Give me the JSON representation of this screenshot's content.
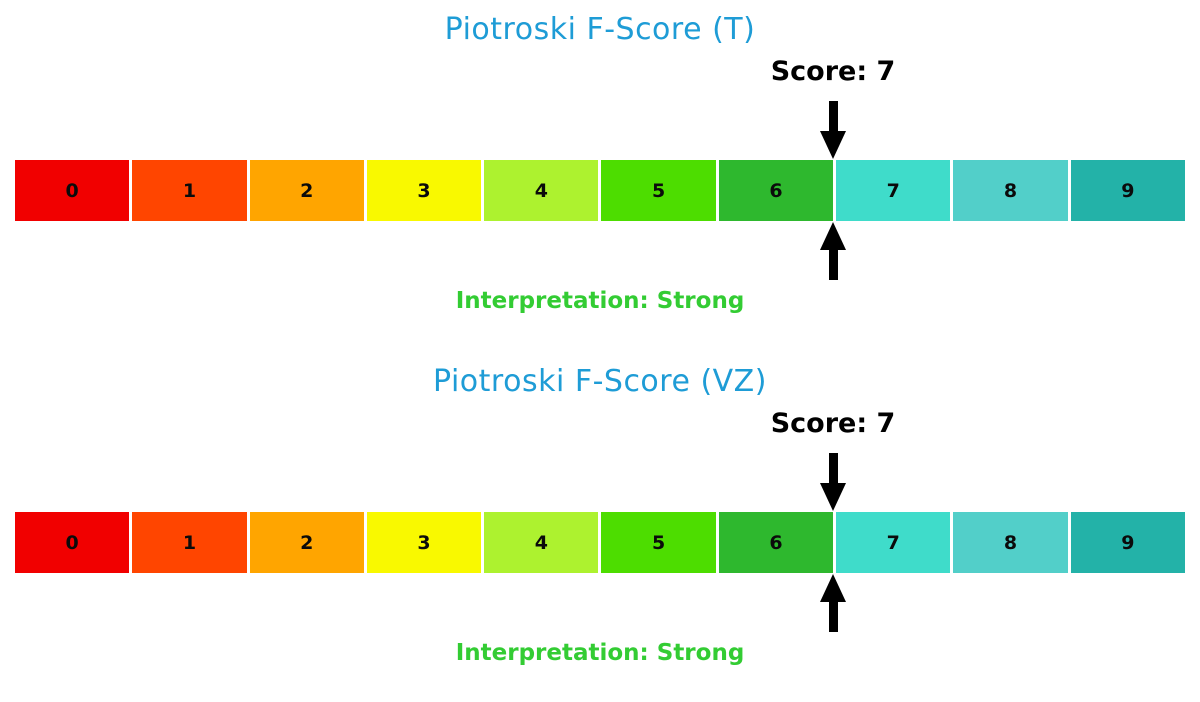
{
  "colors": {
    "title": "#1e9cd6",
    "score_text": "#000000",
    "arrow": "#000000",
    "interpretation": "#33cc33",
    "background": "#ffffff"
  },
  "charts": [
    {
      "ticker": "T",
      "title": "Piotroski F-Score (T)",
      "score": 7,
      "score_label": "Score: 7",
      "interpretation": "Strong",
      "interpretation_label": "Interpretation: Strong",
      "segments": [
        {
          "label": "0",
          "color": "#f10000"
        },
        {
          "label": "1",
          "color": "#ff4500"
        },
        {
          "label": "2",
          "color": "#ffa500"
        },
        {
          "label": "3",
          "color": "#f9f900"
        },
        {
          "label": "4",
          "color": "#adf22f"
        },
        {
          "label": "5",
          "color": "#4ddd00"
        },
        {
          "label": "6",
          "color": "#2eb82e"
        },
        {
          "label": "7",
          "color": "#3fdcca"
        },
        {
          "label": "8",
          "color": "#52cfc9"
        },
        {
          "label": "9",
          "color": "#23b2a8"
        }
      ]
    },
    {
      "ticker": "VZ",
      "title": "Piotroski F-Score (VZ)",
      "score": 7,
      "score_label": "Score: 7",
      "interpretation": "Strong",
      "interpretation_label": "Interpretation: Strong",
      "segments": [
        {
          "label": "0",
          "color": "#f10000"
        },
        {
          "label": "1",
          "color": "#ff4500"
        },
        {
          "label": "2",
          "color": "#ffa500"
        },
        {
          "label": "3",
          "color": "#f9f900"
        },
        {
          "label": "4",
          "color": "#adf22f"
        },
        {
          "label": "5",
          "color": "#4ddd00"
        },
        {
          "label": "6",
          "color": "#2eb82e"
        },
        {
          "label": "7",
          "color": "#3fdcca"
        },
        {
          "label": "8",
          "color": "#52cfc9"
        },
        {
          "label": "9",
          "color": "#23b2a8"
        }
      ]
    }
  ],
  "chart_data": [
    {
      "type": "bar",
      "title": "Piotroski F-Score (T)",
      "categories": [
        "0",
        "1",
        "2",
        "3",
        "4",
        "5",
        "6",
        "7",
        "8",
        "9"
      ],
      "segment_colors": [
        "#f10000",
        "#ff4500",
        "#ffa500",
        "#f9f900",
        "#adf22f",
        "#4ddd00",
        "#2eb82e",
        "#3fdcca",
        "#52cfc9",
        "#23b2a8"
      ],
      "score": 7,
      "score_annotation": "Score: 7",
      "interpretation_annotation": "Interpretation: Strong",
      "marker": "black down and up arrows at left edge of segment 7",
      "xlim": [
        0,
        10
      ],
      "grid": false,
      "legend": false
    },
    {
      "type": "bar",
      "title": "Piotroski F-Score (VZ)",
      "categories": [
        "0",
        "1",
        "2",
        "3",
        "4",
        "5",
        "6",
        "7",
        "8",
        "9"
      ],
      "segment_colors": [
        "#f10000",
        "#ff4500",
        "#ffa500",
        "#f9f900",
        "#adf22f",
        "#4ddd00",
        "#2eb82e",
        "#3fdcca",
        "#52cfc9",
        "#23b2a8"
      ],
      "score": 7,
      "score_annotation": "Score: 7",
      "interpretation_annotation": "Interpretation: Strong",
      "marker": "black down and up arrows at left edge of segment 7",
      "xlim": [
        0,
        10
      ],
      "grid": false,
      "legend": false
    }
  ]
}
